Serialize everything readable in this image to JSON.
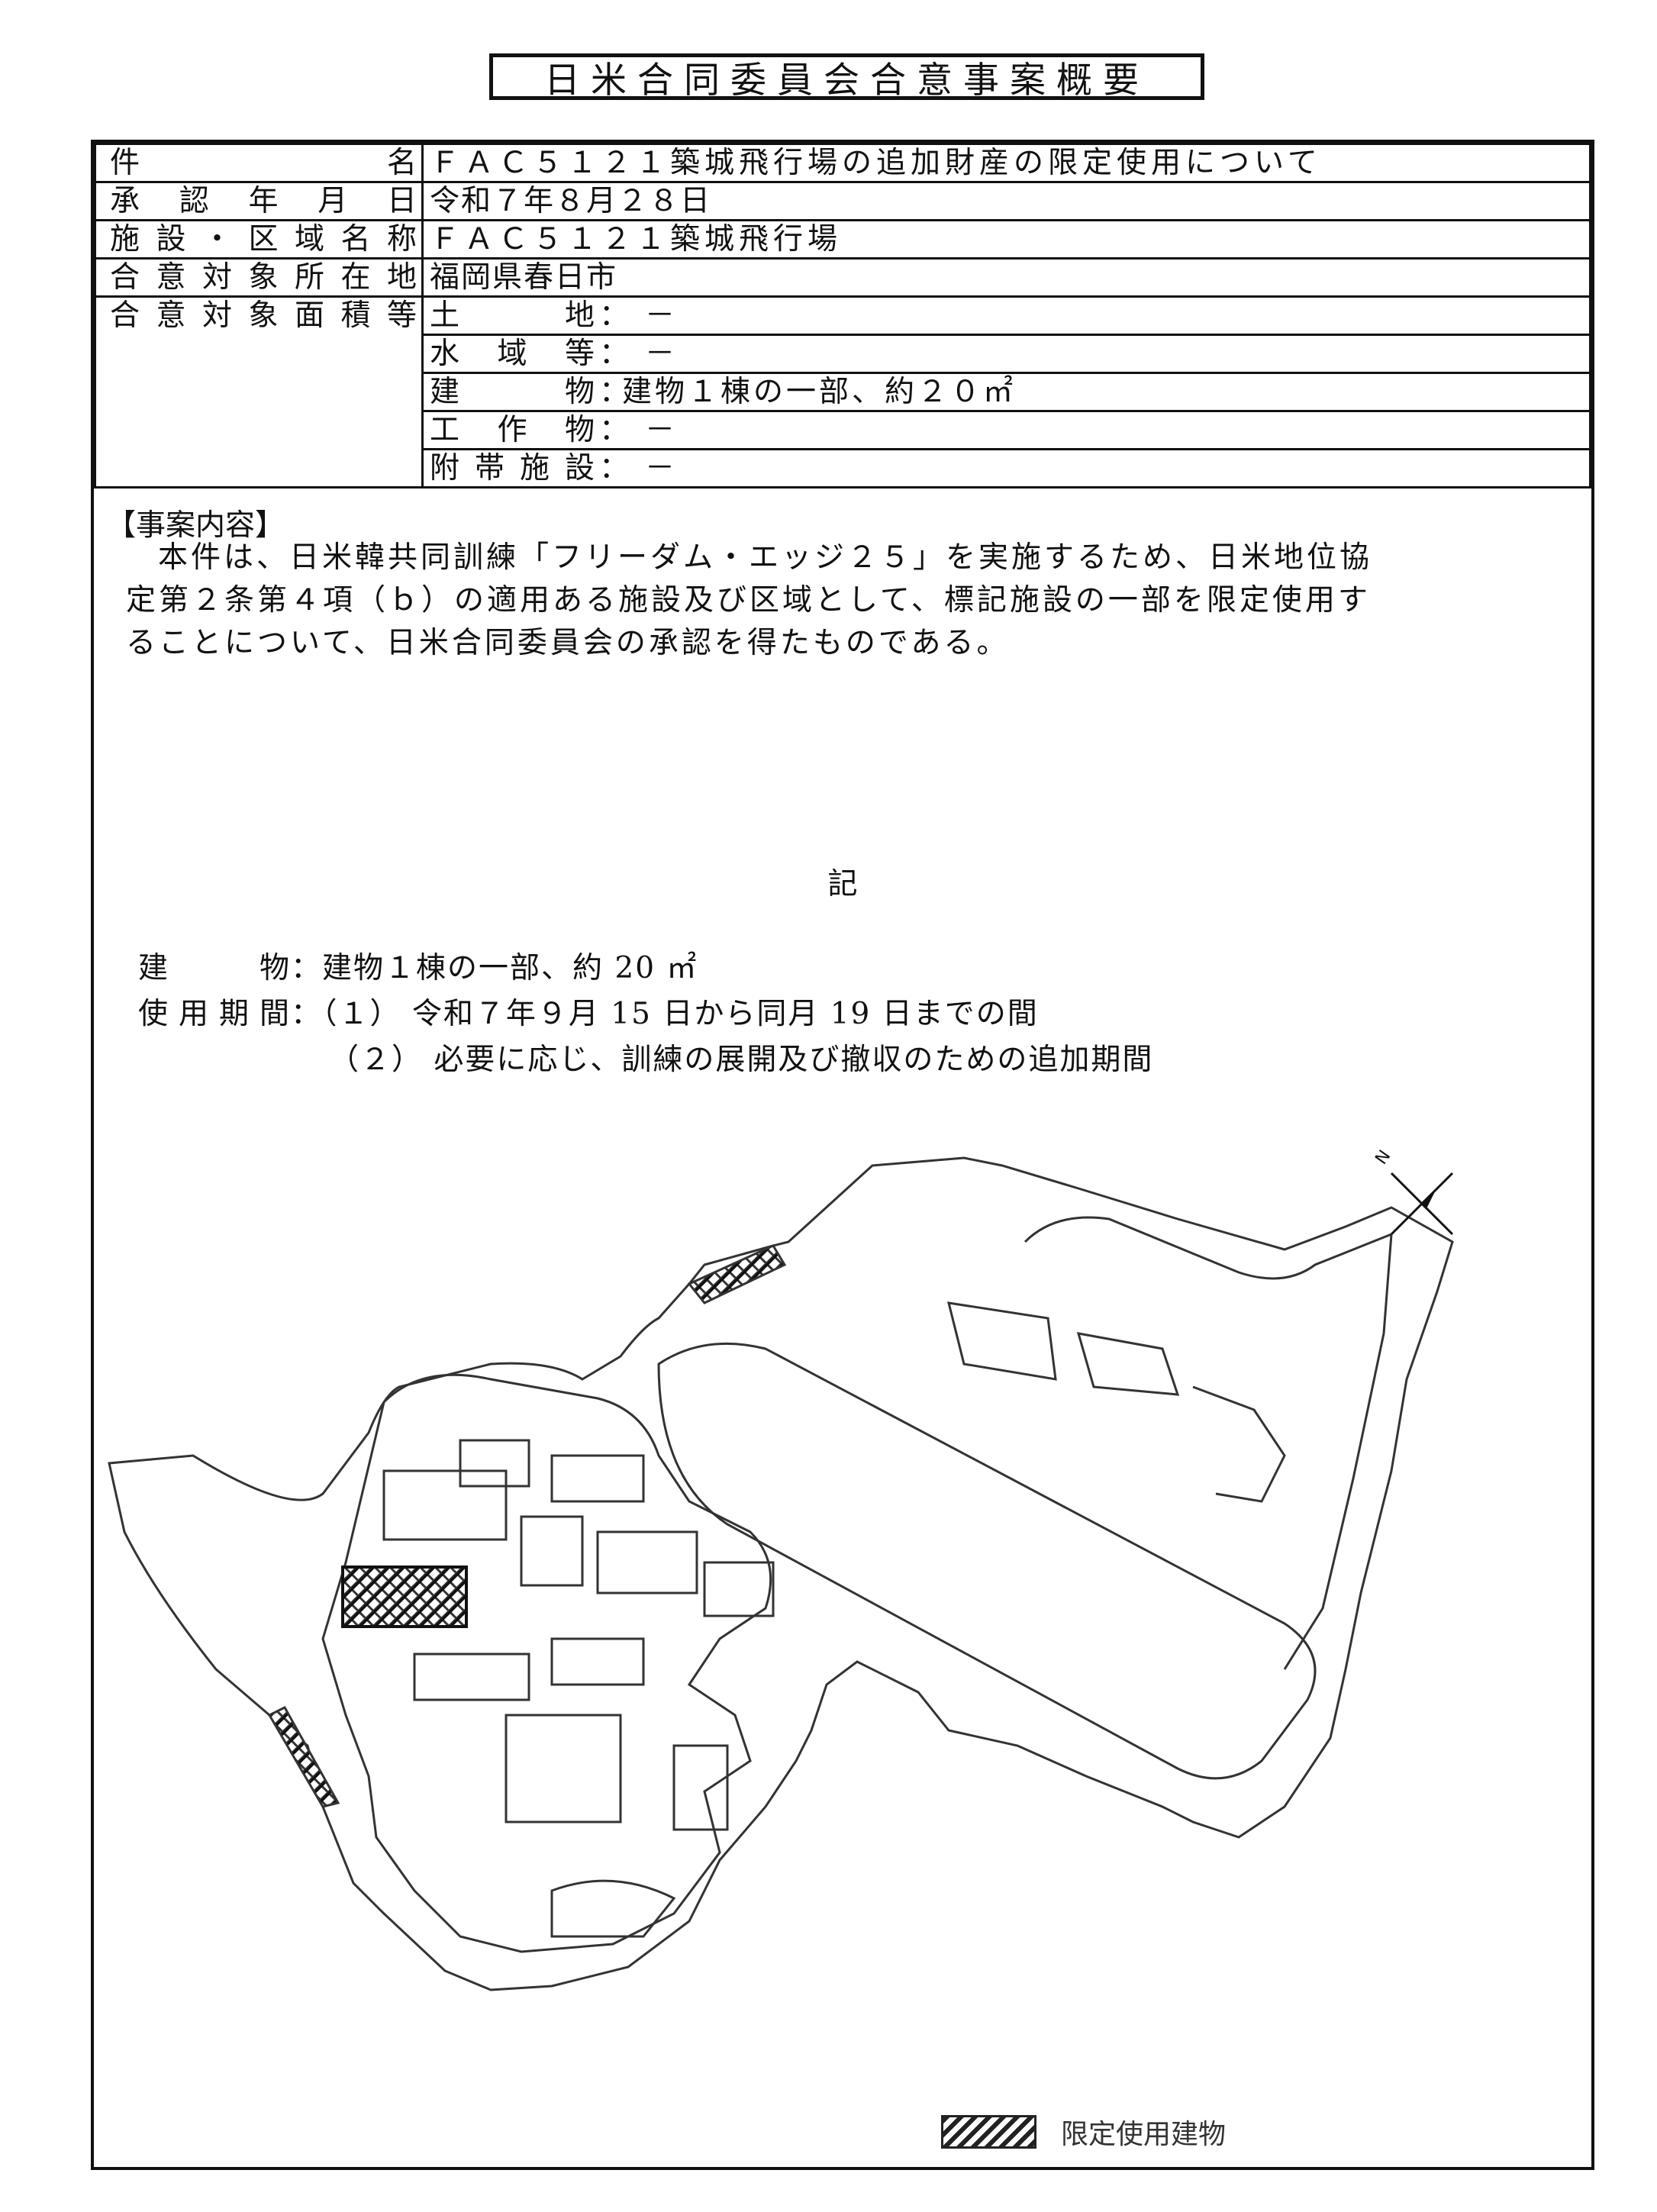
{
  "title": "日米合同委員会合意事案概要",
  "rows": {
    "subject": {
      "label": "件名",
      "value": "ＦＡＣ５１２１築城飛行場の追加財産の限定使用について"
    },
    "approval_date": {
      "label": "承認年月日",
      "value": "令和７年８月２８日"
    },
    "facility": {
      "label": "施設・区域名称",
      "value": "ＦＡＣ５１２１築城飛行場"
    },
    "location": {
      "label": "合意対象所在地",
      "value": "福岡県春日市"
    },
    "area": {
      "label": "合意対象面積等",
      "items": [
        {
          "key": "土地",
          "value": "－"
        },
        {
          "key": "水域等",
          "value": "－"
        },
        {
          "key": "建物",
          "value": "建物１棟の一部、約２０㎡"
        },
        {
          "key": "工作物",
          "value": "－"
        },
        {
          "key": "附帯施設",
          "value": "－"
        }
      ]
    }
  },
  "content": {
    "heading": "【事案内容】",
    "paragraph_lines": [
      "本件は、日米韓共同訓練「フリーダム・エッジ２５」を実施するため、日米地位協",
      "定第２条第４項（ｂ）の適用ある施設及び区域として、標記施設の一部を限定使用す",
      "ることについて、日米合同委員会の承認を得たものである。"
    ],
    "ki": "記",
    "building_label": "建物",
    "building_value": "建物１棟の一部、約 20 ㎡",
    "period_label": "使用期間",
    "period_1": "（１） 令和７年９月 15 日から同月 19 日までの間",
    "period_2": "（２） 必要に応じ、訓練の展開及び撤収のための追加期間"
  },
  "map": {
    "north_label": "N",
    "legend_label": "限定使用建物"
  }
}
